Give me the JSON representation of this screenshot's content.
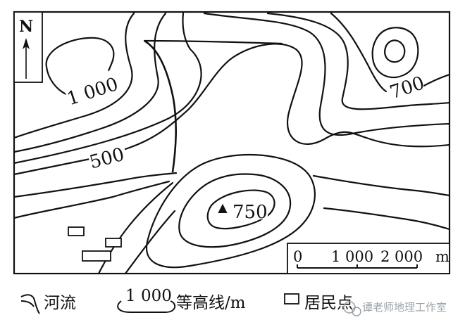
{
  "compass": {
    "label": "N"
  },
  "contour_labels": {
    "c1000": "1 000",
    "c500": "500",
    "c700": "700",
    "c750": "750"
  },
  "scale_bar": {
    "zero": "0",
    "mid": "1 000",
    "end": "2 000",
    "unit": "m"
  },
  "legend": {
    "river": "河流",
    "contour_sample": "1 000",
    "contour": "等高线/m",
    "settlement": "居民点"
  },
  "watermark": {
    "text": "谭老师地理工作室"
  },
  "colors": {
    "ink": "#111111",
    "watermark": "#9aa0a6"
  }
}
